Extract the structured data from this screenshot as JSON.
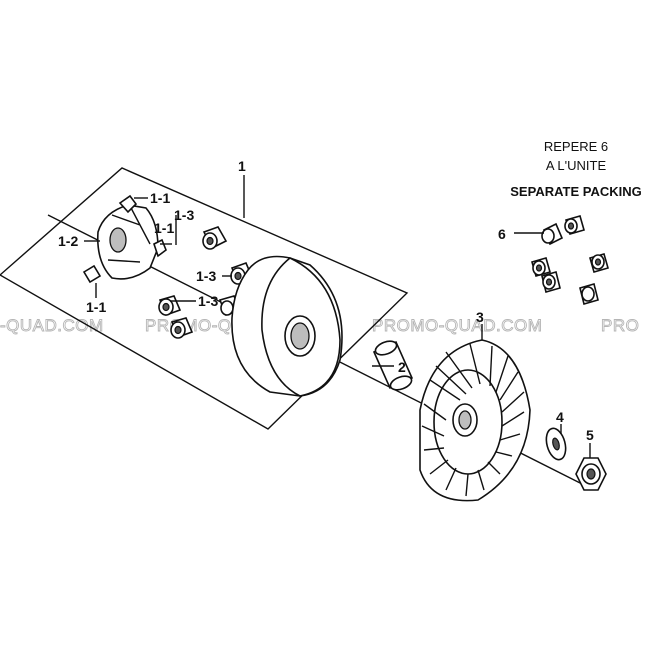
{
  "note": {
    "line1": "REPERE 6",
    "line2": "A L'UNITE",
    "line3": "SEPARATE PACKING"
  },
  "callouts": {
    "c1": "1",
    "c1_1a": "1-1",
    "c1_1b": "1-1",
    "c1_1c": "1-1",
    "c1_2": "1-2",
    "c1_3a": "1-3",
    "c1_3b": "1-3",
    "c1_3c": "1-3",
    "c2": "2",
    "c3": "3",
    "c4": "4",
    "c5": "5",
    "c6": "6"
  },
  "watermark": {
    "w1": "-QUAD.COM",
    "w2": "PROMO-QUAD.COM",
    "w3": "PROMO-QUAD.COM",
    "w4": "PRO"
  }
}
